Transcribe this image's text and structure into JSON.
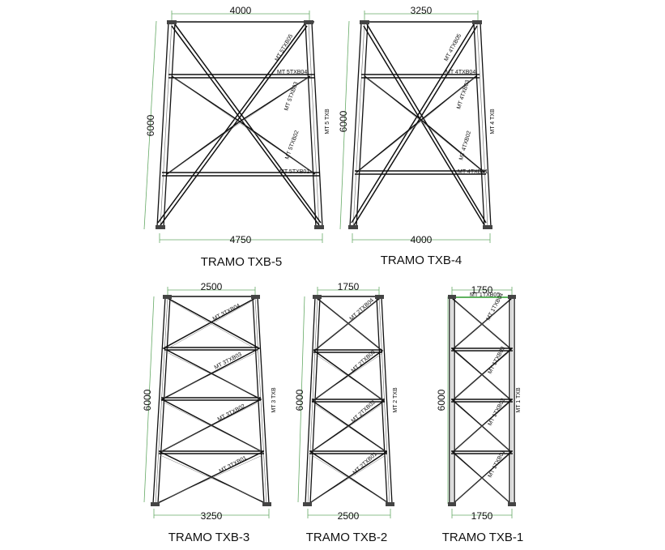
{
  "towers": [
    {
      "title": "TRAMO TXB-5",
      "top_dim": "4000",
      "bottom_dim": "4750",
      "height_dim": "6000",
      "leg_label": "MT 5 TXB",
      "member_labels": [
        "MT 5TXB05",
        "MT 5TXB04",
        "MT 5TXB03",
        "MT 5TXB02",
        "MT 5TXB01"
      ]
    },
    {
      "title": "TRAMO TXB-4",
      "top_dim": "3250",
      "bottom_dim": "4000",
      "height_dim": "6000",
      "leg_label": "MT 4 TXB",
      "member_labels": [
        "MT 4TXB05",
        "MT 4TXB04",
        "MT 4TXB03",
        "MT 4TXB02",
        "MT 4TXB01"
      ]
    },
    {
      "title": "TRAMO TXB-3",
      "top_dim": "2500",
      "bottom_dim": "3250",
      "height_dim": "6000",
      "leg_label": "MT 3 TXB",
      "member_labels": [
        "MT 3TXB04",
        "MT 3TXB03",
        "MT 3TXB02",
        "MT 3TXB01"
      ]
    },
    {
      "title": "TRAMO TXB-2",
      "top_dim": "1750",
      "bottom_dim": "2500",
      "height_dim": "6000",
      "leg_label": "MT 2 TXB",
      "member_labels": [
        "MT 2TXB04",
        "MT 2TXB03",
        "MT 2TXB02",
        "MT 2TXB01"
      ]
    },
    {
      "title": "TRAMO TXB-1",
      "top_dim": "1750",
      "bottom_dim": "1750",
      "height_dim": "6000",
      "leg_label": "MT 1 TXB",
      "member_labels": [
        "MT 1TXB05",
        "MT 1TXB04",
        "MT 1TXB03",
        "MT 1TXB02",
        "MT 1TXB01"
      ]
    }
  ]
}
